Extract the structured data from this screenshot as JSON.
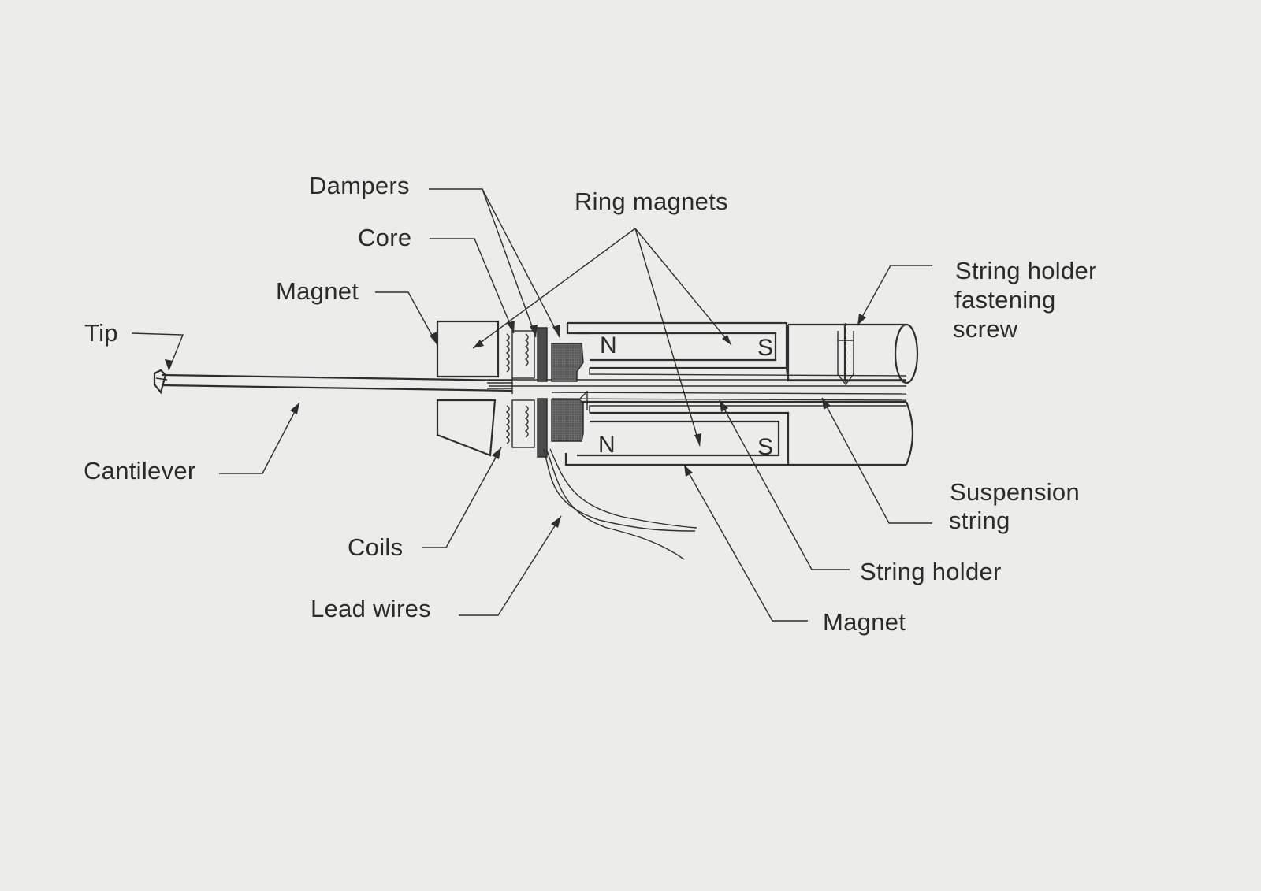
{
  "diagram": {
    "labels": {
      "dampers": "Dampers",
      "core": "Core",
      "magnet_left": "Magnet",
      "tip": "Tip",
      "cantilever": "Cantilever",
      "coils": "Coils",
      "lead_wires": "Lead  wires",
      "ring_magnets": "Ring  magnets",
      "string_holder_screw_line1": "String  holder",
      "string_holder_screw_line2": "fastening",
      "string_holder_screw_line3": "screw",
      "suspension_string_line1": "Suspension",
      "suspension_string_line2": "string",
      "string_holder": "String  holder",
      "magnet_bottom": "Magnet"
    },
    "poles": {
      "top_north": "N",
      "top_south": "S",
      "bottom_north": "N",
      "bottom_south": "S"
    }
  }
}
